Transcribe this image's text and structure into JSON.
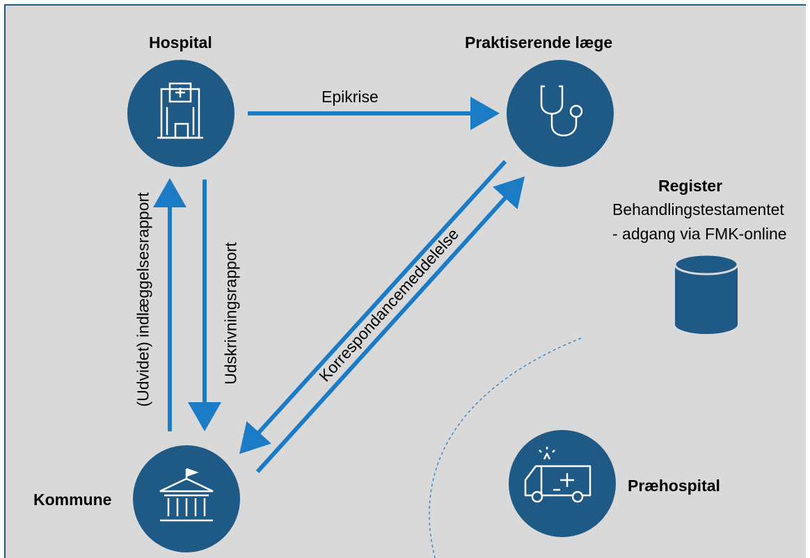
{
  "nodes": {
    "hospital": "Hospital",
    "praktiserende": "Praktiserende læge",
    "kommune": "Kommune",
    "praehospital": "Præhospital"
  },
  "register": {
    "title": "Register",
    "line1": "Behandlingstestamentet",
    "line2": "- adgang via FMK-online"
  },
  "flows": {
    "epikrise": "Epikrise",
    "indlaeggelse": "(Udvidet) indlæggelsesrapport",
    "udskrivning": "Udskrivningsrapport",
    "korrespondance": "Korrespondancemeddelelse"
  },
  "colors": {
    "node_fill": "#1f5a87",
    "arrow": "#1b7bc4",
    "background": "#d9d9d9"
  }
}
